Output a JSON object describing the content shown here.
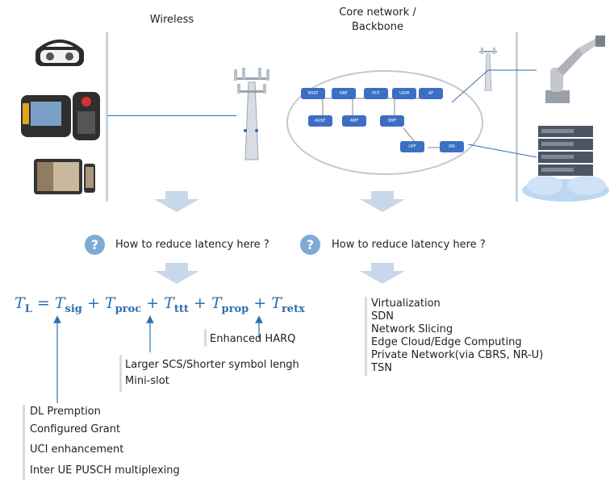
{
  "headers": {
    "wireless": "Wireless",
    "core_line1": "Core network /",
    "core_line2": "Backbone"
  },
  "questions": {
    "left": "How to reduce latency here ?",
    "right": "How to reduce latency here ?"
  },
  "formula": {
    "T": "T",
    "L": "L",
    "sig": "sig",
    "proc": "proc",
    "ttt": "ttt",
    "prop": "prop",
    "retx": "retx",
    "eq": "=",
    "plus": "+"
  },
  "labels": {
    "enhanced_harq": "Enhanced HARQ",
    "scs": "Larger SCS/Shorter symbol lengh",
    "minislot": "Mini-slot",
    "dl_premption": "DL Premption",
    "configured_grant": "Configured Grant",
    "uci": "UCI enhancement",
    "inter_ue": "Inter UE PUSCH multiplexing"
  },
  "core_list": [
    "Virtualization",
    "SDN",
    "Network Slicing",
    "Edge Cloud/Edge Computing",
    "Private Network(via CBRS, NR-U)",
    "TSN"
  ],
  "network_functions": {
    "nssf": "NSSF",
    "nrf": "NRF",
    "pcf": "PCF",
    "udm": "UDM",
    "af": "AF",
    "ausf": "AUSF",
    "amf": "AMF",
    "smf": "SMF",
    "upf": "UPF",
    "dn": "DN"
  },
  "colors": {
    "accent": "#2e6fb0",
    "question_circle": "#7eaad6",
    "arrow": "#c9d7ea",
    "divider": "#c9d3e0",
    "nf_box": "#3c6fc4"
  }
}
